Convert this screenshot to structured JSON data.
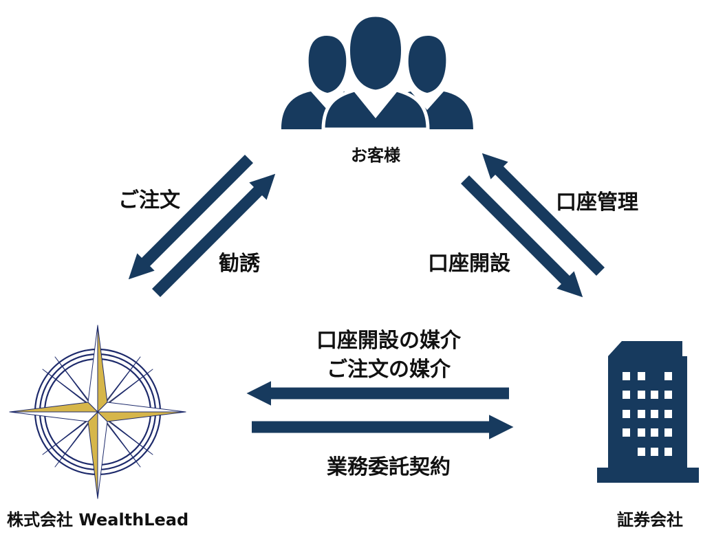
{
  "colors": {
    "navy": "#173a5e",
    "gold": "#d6b64a",
    "compass_ring": "#1d2a6b"
  },
  "nodes": {
    "customer": {
      "label": "お客様",
      "icon": "people-group-icon"
    },
    "company": {
      "label": "株式会社 WealthLead",
      "icon": "compass-star-logo"
    },
    "securities": {
      "label": "証券会社",
      "icon": "office-building-icon"
    }
  },
  "edges": {
    "order": "ご注文",
    "solicitation": "勧誘",
    "account_management": "口座管理",
    "account_opening": "口座開設",
    "mediation_line1": "口座開設の媒介",
    "mediation_line2": "ご注文の媒介",
    "business_contract": "業務委託契約"
  }
}
